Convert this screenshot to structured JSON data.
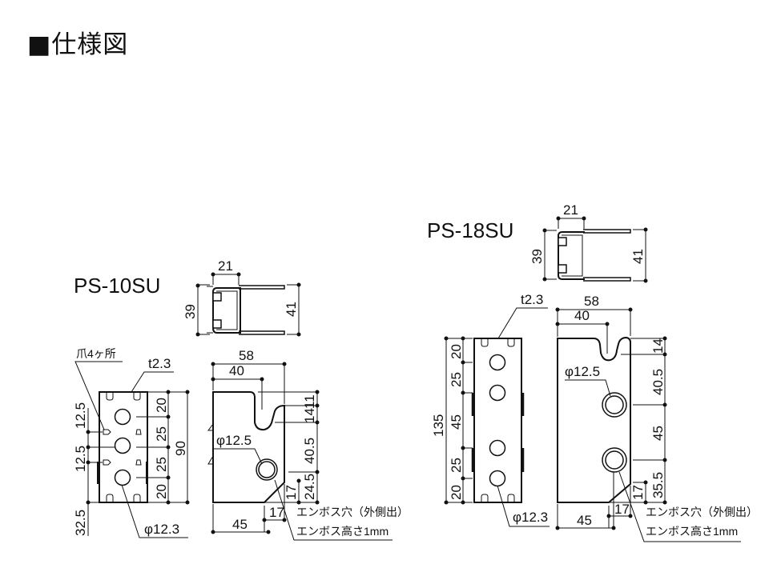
{
  "page": {
    "title": "■仕様図"
  },
  "ps10": {
    "model": "PS-10SU",
    "top": {
      "width": "21",
      "left_height": "39",
      "right_height": "41"
    },
    "front": {
      "claw_note": "爪4ヶ所",
      "thickness": "t2.3",
      "hole": "φ12.3",
      "right_dims": [
        "20",
        "25",
        "25",
        "20"
      ],
      "total": "90",
      "left_dims": [
        "12.5",
        "12.5",
        "32.5"
      ]
    },
    "side": {
      "width": "58",
      "slot": "40",
      "hole": "φ12.5",
      "right_dims": [
        "14",
        "11",
        "40.5",
        "24.5"
      ],
      "bottom_right": "17",
      "bottom_width": "17",
      "bottom_total": "45",
      "emboss_note1": "エンボス穴（外側出）",
      "emboss_note2": "エンボス高さ1mm"
    }
  },
  "ps18": {
    "model": "PS-18SU",
    "top": {
      "width": "21",
      "left_height": "39",
      "right_height": "41"
    },
    "front": {
      "thickness": "t2.3",
      "hole": "φ12.3",
      "total": "135",
      "dims": [
        "20",
        "25",
        "45",
        "25",
        "20"
      ]
    },
    "side": {
      "width": "58",
      "slot": "40",
      "hole": "φ12.5",
      "right_dims": [
        "14",
        "40.5",
        "45",
        "35.5"
      ],
      "bottom_right": "17",
      "bottom_width": "17",
      "bottom_total": "45",
      "emboss_note1": "エンボス穴（外側出）",
      "emboss_note2": "エンボス高さ1mm"
    }
  }
}
